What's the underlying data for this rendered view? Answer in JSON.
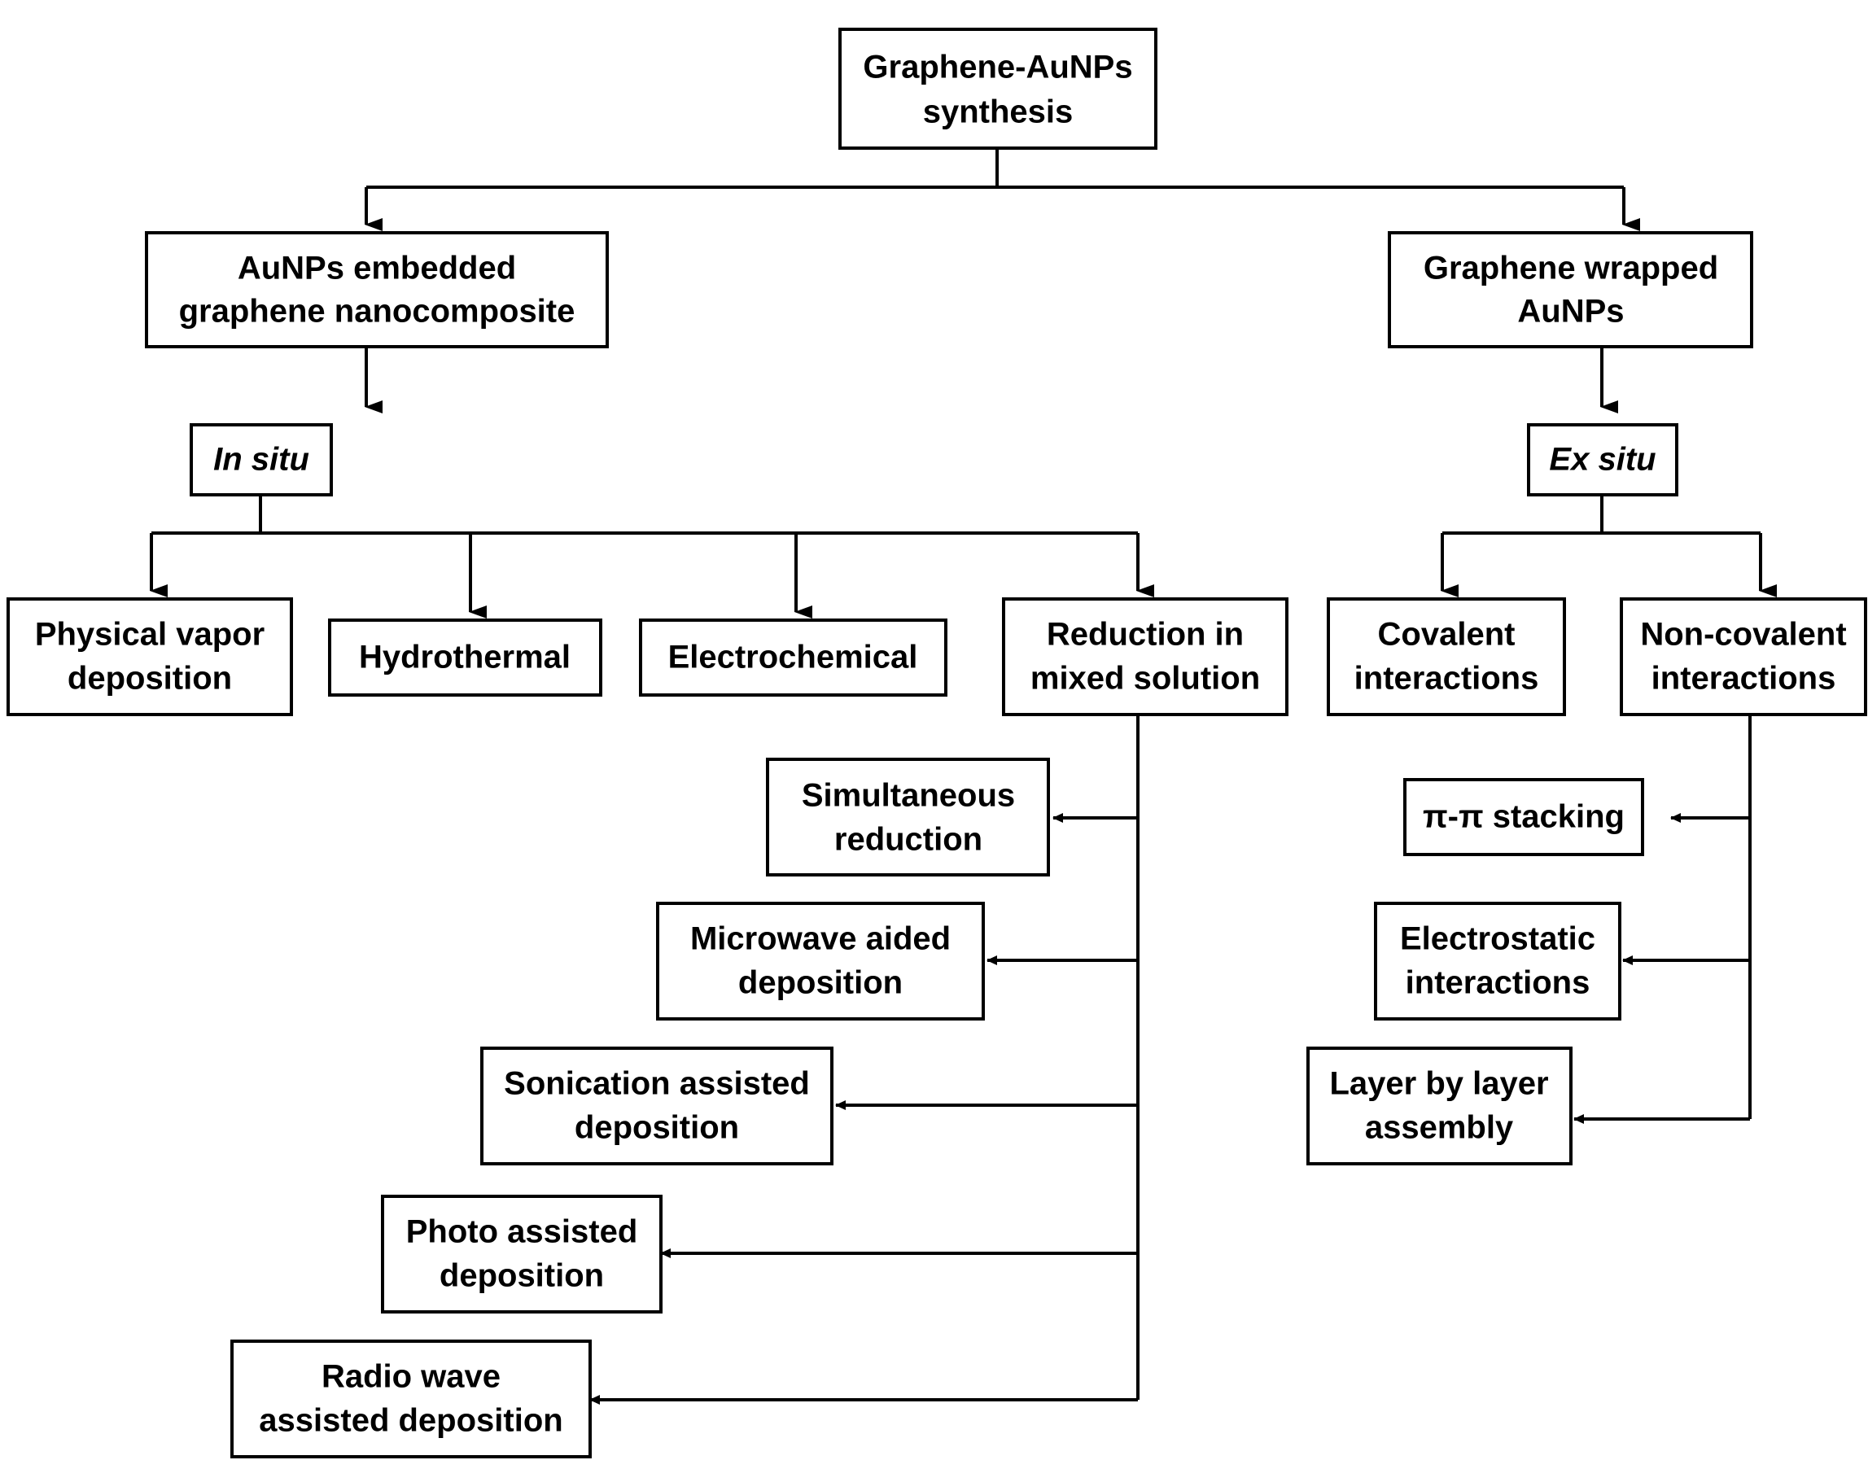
{
  "diagram": {
    "title_text": "Graphene-AuNPs synthesis flowchart",
    "colors": {
      "background": "#ffffff",
      "box_stroke": "#000000",
      "box_fill": "#ffffff",
      "text": "#000000",
      "edge": "#000000"
    },
    "nodes": {
      "root": {
        "lines": [
          "Graphene-AuNPs",
          "synthesis"
        ],
        "style": "bold"
      },
      "aunps_embedded": {
        "lines": [
          "AuNPs embedded",
          "graphene nanocomposite"
        ],
        "style": "bold"
      },
      "graphene_wrapped": {
        "lines": [
          "Graphene wrapped",
          "AuNPs"
        ],
        "style": "bold"
      },
      "in_situ": {
        "lines": [
          "In situ"
        ],
        "style": "bold-italic"
      },
      "ex_situ": {
        "lines": [
          "Ex situ"
        ],
        "style": "bold-italic"
      },
      "physical_vapor": {
        "lines": [
          "Physical vapor",
          "deposition"
        ],
        "style": "bold"
      },
      "hydrothermal": {
        "lines": [
          "Hydrothermal"
        ],
        "style": "bold"
      },
      "electrochemical": {
        "lines": [
          "Electrochemical"
        ],
        "style": "bold"
      },
      "reduction_mixed": {
        "lines": [
          "Reduction in",
          "mixed solution"
        ],
        "style": "bold"
      },
      "covalent": {
        "lines": [
          "Covalent",
          "interactions"
        ],
        "style": "bold"
      },
      "non_covalent": {
        "lines": [
          "Non-covalent",
          "interactions"
        ],
        "style": "bold"
      },
      "simultaneous_reduction": {
        "lines": [
          "Simultaneous",
          "reduction"
        ],
        "style": "bold"
      },
      "microwave_aided": {
        "lines": [
          "Microwave aided",
          "deposition"
        ],
        "style": "bold"
      },
      "sonication_assisted": {
        "lines": [
          "Sonication assisted",
          "deposition"
        ],
        "style": "bold"
      },
      "photo_assisted": {
        "lines": [
          "Photo assisted",
          "deposition"
        ],
        "style": "bold"
      },
      "radio_wave": {
        "lines": [
          "Radio wave",
          "assisted deposition"
        ],
        "style": "bold"
      },
      "pi_pi_stacking": {
        "lines": [
          "π-π stacking"
        ],
        "style": "bold"
      },
      "electrostatic": {
        "lines": [
          "Electrostatic",
          "interactions"
        ],
        "style": "bold"
      },
      "layer_by_layer": {
        "lines": [
          "Layer by layer",
          "assembly"
        ],
        "style": "bold"
      }
    },
    "edges": [
      {
        "from": "root",
        "to": "aunps_embedded",
        "kind": "orthogonal-down"
      },
      {
        "from": "root",
        "to": "graphene_wrapped",
        "kind": "orthogonal-down"
      },
      {
        "from": "aunps_embedded",
        "to": "in_situ",
        "kind": "down"
      },
      {
        "from": "graphene_wrapped",
        "to": "ex_situ",
        "kind": "down"
      },
      {
        "from": "in_situ",
        "to": "physical_vapor",
        "kind": "orthogonal-down"
      },
      {
        "from": "in_situ",
        "to": "hydrothermal",
        "kind": "orthogonal-down"
      },
      {
        "from": "in_situ",
        "to": "electrochemical",
        "kind": "orthogonal-down"
      },
      {
        "from": "in_situ",
        "to": "reduction_mixed",
        "kind": "orthogonal-down"
      },
      {
        "from": "ex_situ",
        "to": "covalent",
        "kind": "orthogonal-down"
      },
      {
        "from": "ex_situ",
        "to": "non_covalent",
        "kind": "orthogonal-down"
      },
      {
        "from": "reduction_mixed",
        "to": "simultaneous_reduction",
        "kind": "orthogonal-left"
      },
      {
        "from": "reduction_mixed",
        "to": "microwave_aided",
        "kind": "orthogonal-left"
      },
      {
        "from": "reduction_mixed",
        "to": "sonication_assisted",
        "kind": "orthogonal-left"
      },
      {
        "from": "reduction_mixed",
        "to": "photo_assisted",
        "kind": "orthogonal-left"
      },
      {
        "from": "reduction_mixed",
        "to": "radio_wave",
        "kind": "orthogonal-left"
      },
      {
        "from": "non_covalent",
        "to": "pi_pi_stacking",
        "kind": "orthogonal-left"
      },
      {
        "from": "non_covalent",
        "to": "electrostatic",
        "kind": "orthogonal-left"
      },
      {
        "from": "non_covalent",
        "to": "layer_by_layer",
        "kind": "orthogonal-left"
      }
    ]
  }
}
